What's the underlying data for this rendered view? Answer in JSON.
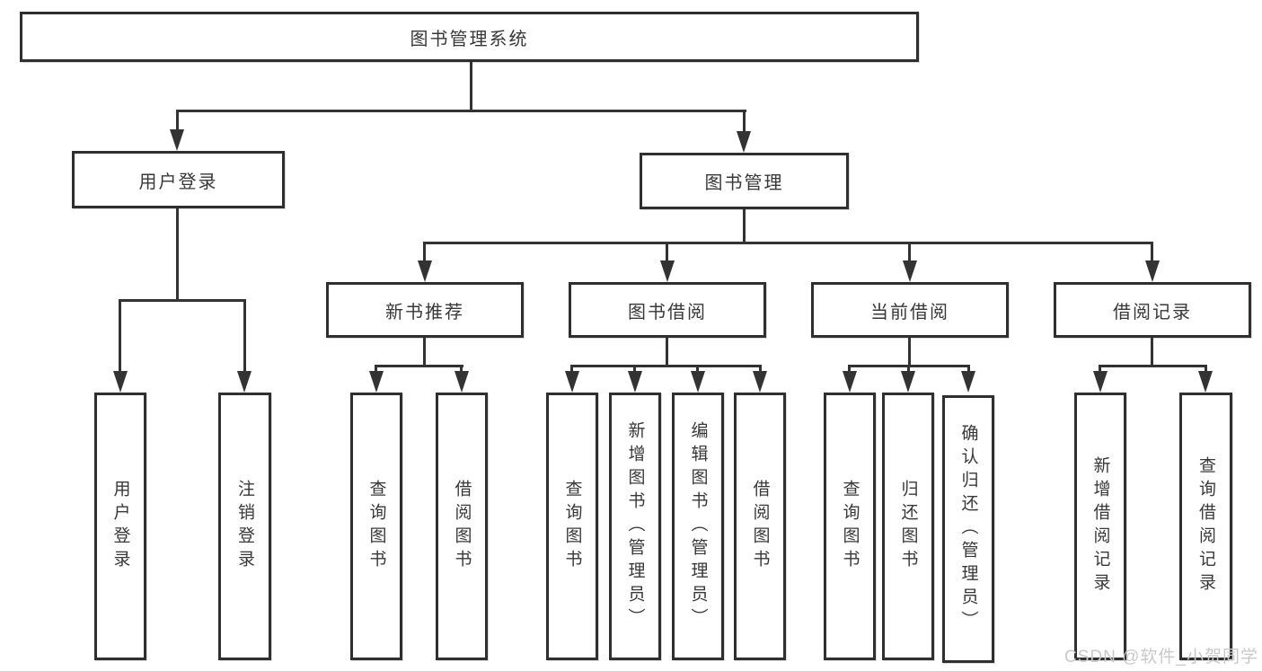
{
  "diagram": {
    "title": "图书管理系统",
    "root": {
      "label": "图书管理系统"
    },
    "level2": [
      {
        "label": "用户登录"
      },
      {
        "label": "图书管理"
      }
    ],
    "level3": [
      {
        "label": "新书推荐"
      },
      {
        "label": "图书借阅"
      },
      {
        "label": "当前借阅"
      },
      {
        "label": "借阅记录"
      }
    ],
    "leaves": {
      "user_login": [
        "用户登录",
        "注销登录"
      ],
      "new_books": [
        "查询图书",
        "借阅图书"
      ],
      "book_borrow": [
        "查询图书",
        "新增图书（管理员）",
        "编辑图书（管理员）",
        "借阅图书"
      ],
      "current_borrow": [
        "查询图书",
        "归还图书",
        "确认归还（管理员）"
      ],
      "borrow_records": [
        "新增借阅记录",
        "查询借阅记录"
      ]
    }
  },
  "watermark": "CSDN @软件_小贺同学",
  "colors": {
    "line": "#333333",
    "border": "#2f2f2f",
    "text": "#383838",
    "background": "#ffffff",
    "watermark": "#c9c9c9"
  }
}
